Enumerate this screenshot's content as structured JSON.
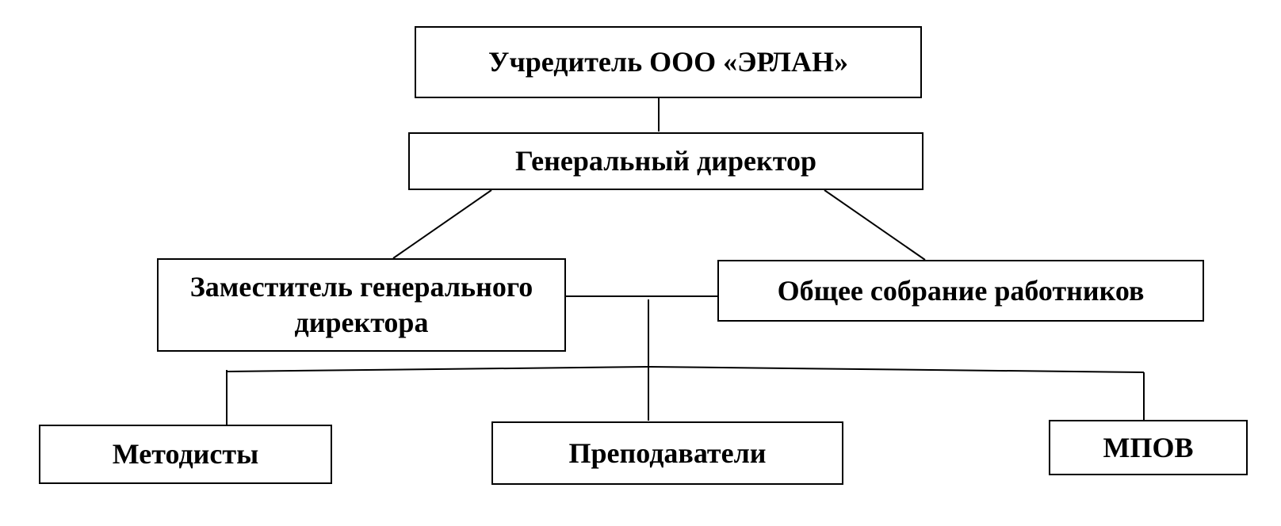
{
  "diagram": {
    "nodes": {
      "founder": "Учредитель ООО «ЭРЛАН»",
      "general_director": "Генеральный директор",
      "deputy_director": "Заместитель генерального директора",
      "general_meeting": "Общее собрание работников",
      "methodologists": "Методисты",
      "teachers": "Преподаватели",
      "mpov": "МПОВ"
    },
    "edges": [
      [
        "founder",
        "general_director"
      ],
      [
        "general_director",
        "deputy_director"
      ],
      [
        "general_director",
        "general_meeting"
      ],
      [
        "deputy_director",
        "general_meeting"
      ],
      [
        "deputy_director",
        "methodologists"
      ],
      [
        "deputy_director",
        "teachers"
      ],
      [
        "deputy_director",
        "mpov"
      ]
    ],
    "colors": {
      "line": "#000000",
      "box_border": "#000000",
      "background": "#ffffff",
      "text": "#000000"
    }
  }
}
